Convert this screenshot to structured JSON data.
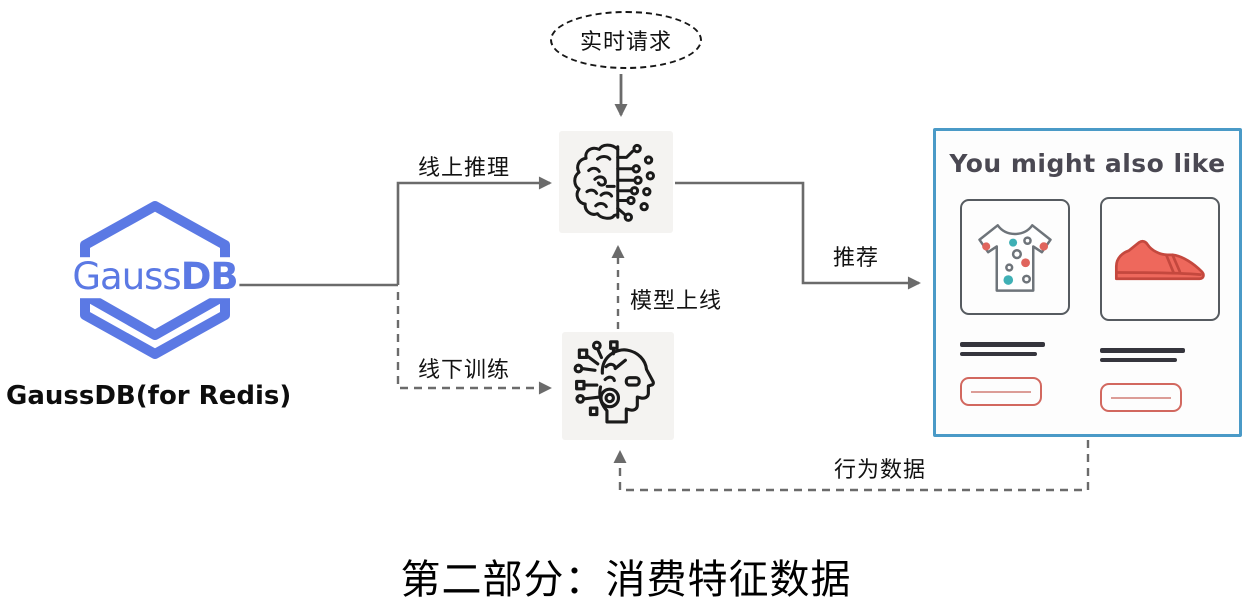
{
  "diagram": {
    "realtime_request": "实时请求",
    "labels": {
      "online_inference": "线上推理",
      "offline_training": "线下训练",
      "model_deploy": "模型上线",
      "recommend": "推荐",
      "behavior_data": "行为数据"
    },
    "gaussdb": {
      "logo_text_light": "Gauss",
      "logo_text_bold": "DB",
      "caption": "GaussDB(for Redis)"
    },
    "card": {
      "title": "You might also like"
    },
    "icons": {
      "online_model": "brain-circuit-icon",
      "offline_model": "ai-head-icon",
      "product_1": "tshirt-polka-dots-icon",
      "product_2": "red-sneaker-icon",
      "source": "gaussdb-hexagon-logo"
    },
    "colors": {
      "logo_blue": "#5b79e4",
      "card_border": "#4a9ac7",
      "accent_coral": "#ee685c",
      "accent_teal": "#3fb0b5",
      "line_gray": "#6b6b6b",
      "card_title": "#4a4852"
    },
    "bottom_caption": "第二部分：消费特征数据"
  }
}
